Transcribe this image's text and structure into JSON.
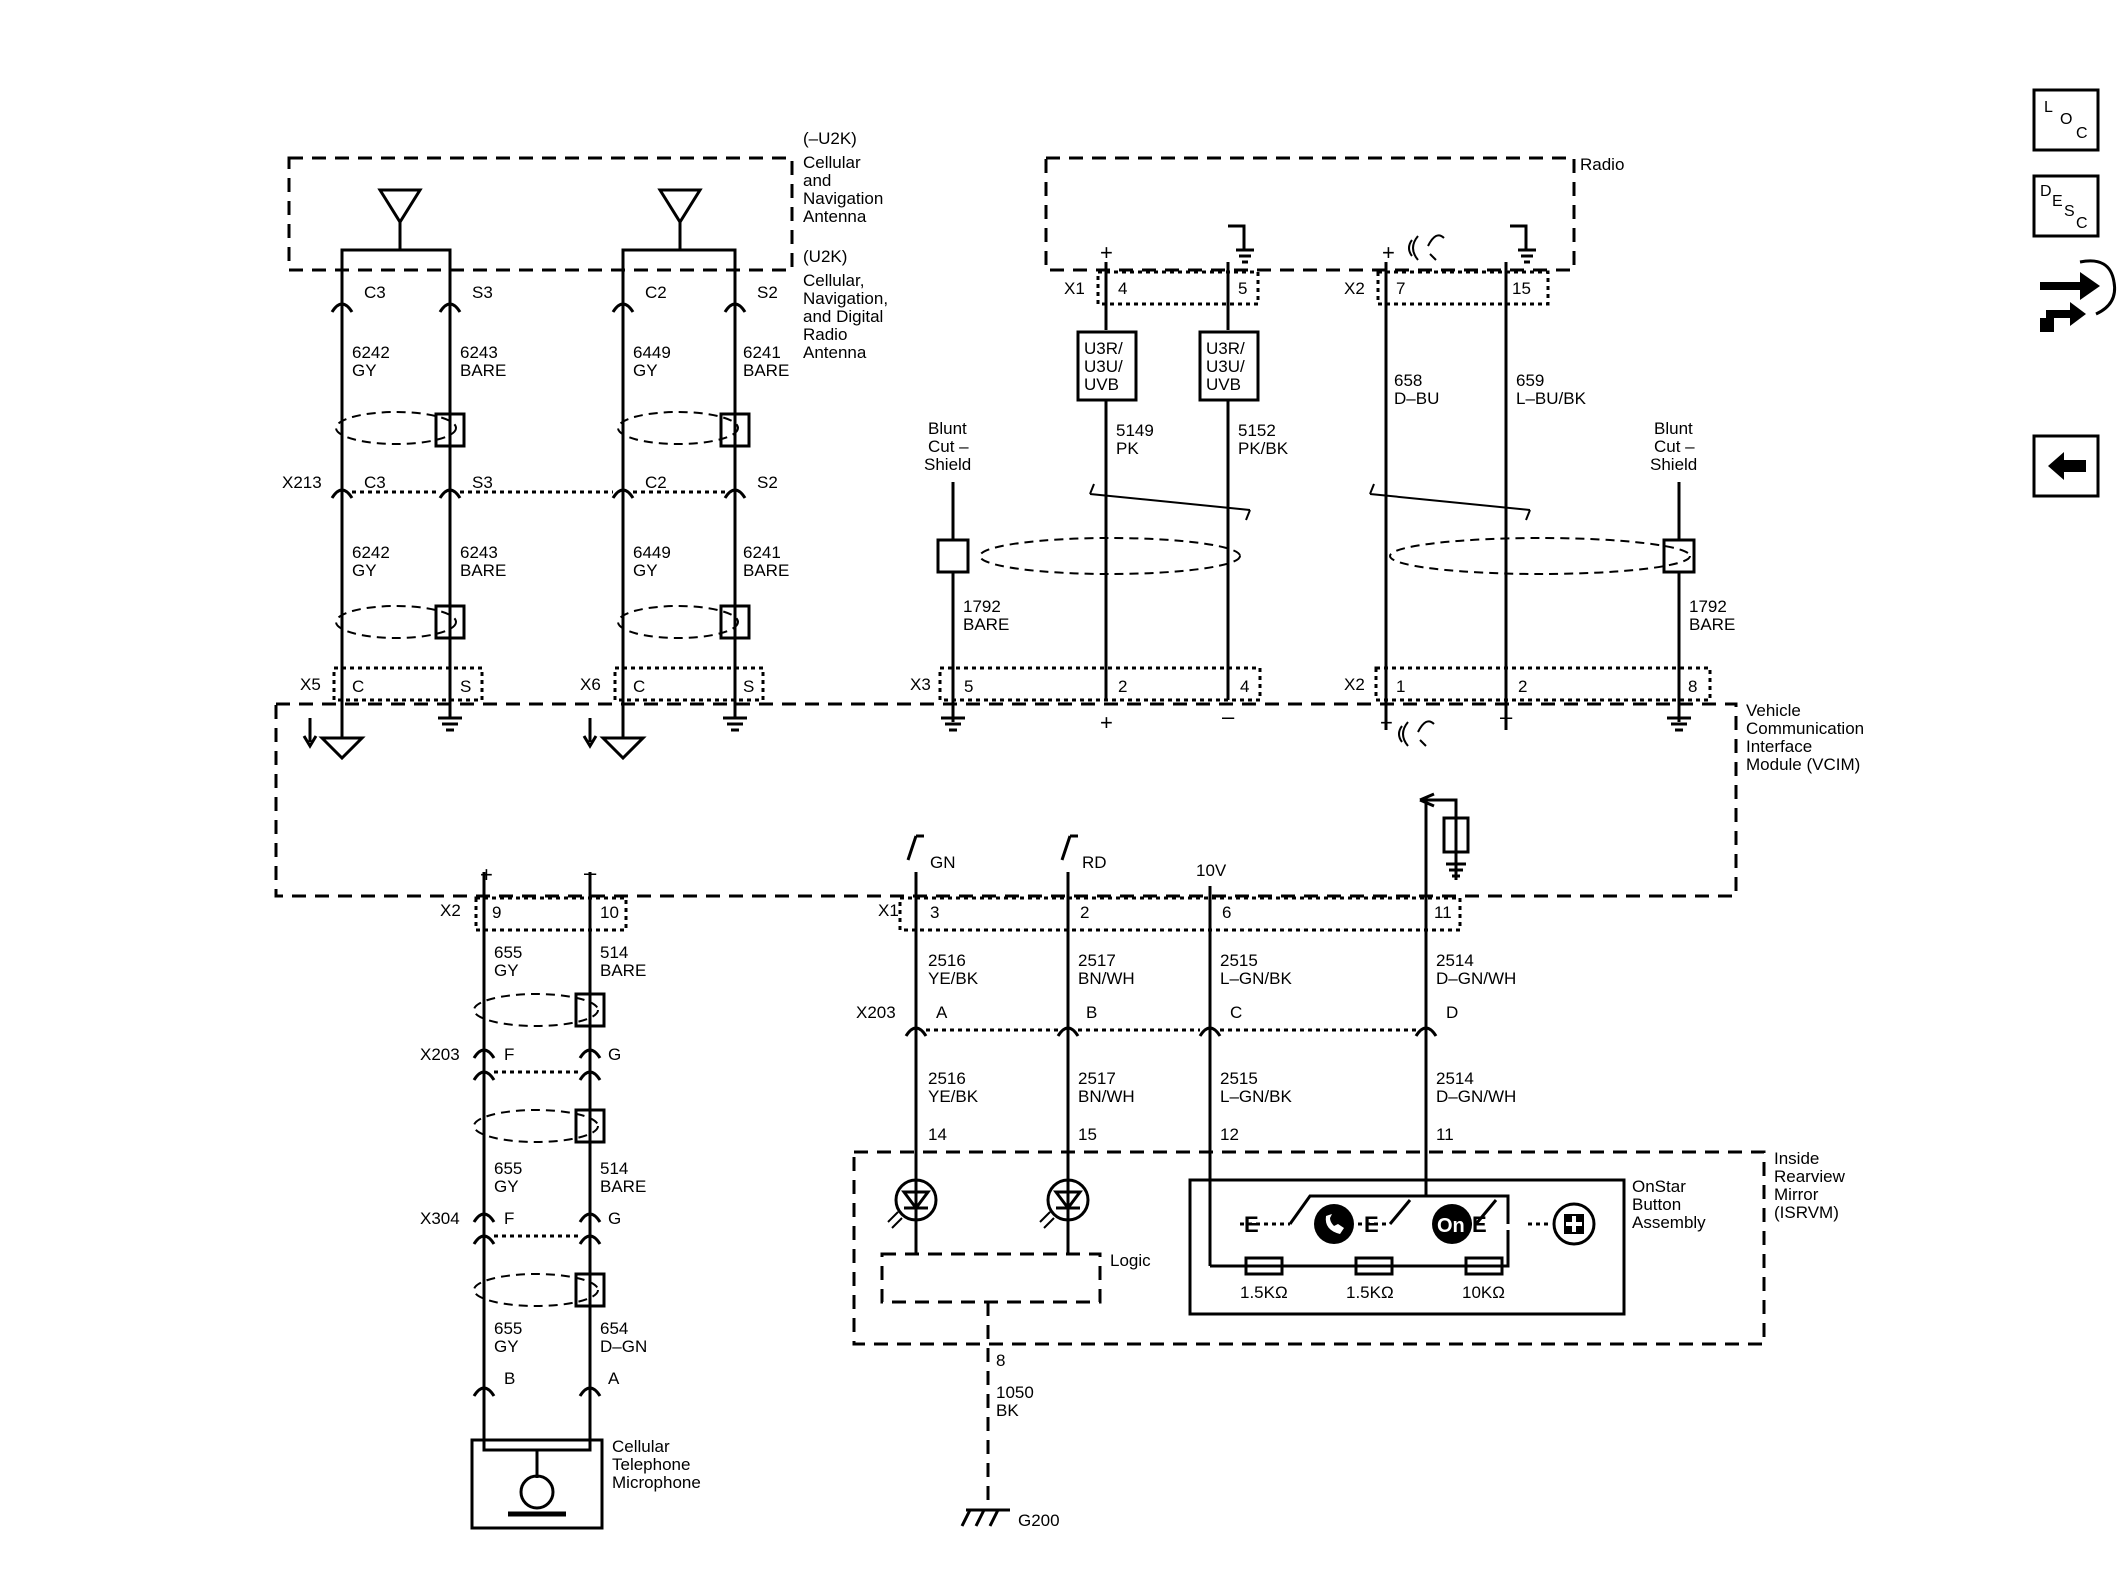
{
  "antenna_module": {
    "label_a": [
      "(–U2K)",
      "Cellular",
      "and",
      "Navigation",
      "Antenna"
    ],
    "label_b": [
      "(U2K)",
      "Cellular,",
      "Navigation,",
      "and Digital",
      "Radio",
      "Antenna"
    ],
    "pins_top": [
      "C3",
      "S3",
      "C2",
      "S2"
    ]
  },
  "x213": {
    "name": "X213",
    "pins": [
      "C3",
      "S3",
      "C2",
      "S2"
    ]
  },
  "antenna_wires": {
    "w1": [
      "6242",
      "GY"
    ],
    "w2": [
      "6243",
      "BARE"
    ],
    "w3": [
      "6449",
      "GY"
    ],
    "w4": [
      "6241",
      "BARE"
    ]
  },
  "x5": {
    "name": "X5",
    "pins": [
      "C",
      "S"
    ]
  },
  "x6": {
    "name": "X6",
    "pins": [
      "C",
      "S"
    ]
  },
  "radio": {
    "label": "Radio",
    "plus": "+",
    "x1": "X1",
    "x1_pins": [
      "4",
      "5"
    ],
    "x2": "X2",
    "x2_pins": [
      "7",
      "15"
    ],
    "fuse1": [
      "U3R/",
      "U3U/",
      "UVB"
    ],
    "fuse2": [
      "U3R/",
      "U3U/",
      "UVB"
    ],
    "wire_5149": [
      "5149",
      "PK"
    ],
    "wire_5152": [
      "5152",
      "PK/BK"
    ],
    "wire_658": [
      "658",
      "D–BU"
    ],
    "wire_659": [
      "659",
      "L–BU/BK"
    ]
  },
  "blunt_cut": {
    "left": [
      "Blunt",
      "Cut –",
      "Shield"
    ],
    "right": [
      "Blunt",
      "Cut –",
      "Shield"
    ],
    "wire_left": [
      "1792",
      "BARE"
    ],
    "wire_right": [
      "1792",
      "BARE"
    ]
  },
  "vcim": {
    "label": [
      "Vehicle",
      "Communication",
      "Interface",
      "Module (VCIM)"
    ],
    "x3": "X3",
    "x3_pins": [
      "5",
      "2",
      "4"
    ],
    "x2": "X2",
    "x2_pins": [
      "1",
      "2",
      "8"
    ],
    "plus": "+",
    "minus": "–",
    "lower_x2": "X2",
    "lower_x2_pins": [
      "9",
      "10"
    ],
    "lower_x1": "X1",
    "lower_x1_pins": [
      "3",
      "2",
      "6",
      "11"
    ],
    "gn": "GN",
    "rd": "RD",
    "v10": "10V"
  },
  "mic_wires": {
    "w655": [
      "655",
      "GY"
    ],
    "w514": [
      "514",
      "BARE"
    ],
    "w654": [
      "654",
      "D–GN"
    ],
    "x203": "X203",
    "x203_pins": [
      "F",
      "G"
    ],
    "x304": "X304",
    "x304_pins": [
      "F",
      "G"
    ],
    "mic_pins": [
      "B",
      "A"
    ]
  },
  "mic": {
    "label": [
      "Cellular",
      "Telephone",
      "Microphone"
    ]
  },
  "mirror_wires": {
    "w2516": [
      "2516",
      "YE/BK"
    ],
    "w2517": [
      "2517",
      "BN/WH"
    ],
    "w2515": [
      "2515",
      "L–GN/BK"
    ],
    "w2514": [
      "2514",
      "D–GN/WH"
    ],
    "x203": "X203",
    "x203_pins": [
      "A",
      "B",
      "C",
      "D"
    ],
    "mirror_pins": [
      "14",
      "15",
      "12",
      "11"
    ]
  },
  "mirror": {
    "label": [
      "Inside",
      "Rearview",
      "Mirror",
      "(ISRVM)"
    ],
    "logic": "Logic",
    "onstar_label": [
      "OnStar",
      "Button",
      "Assembly"
    ],
    "resistors": [
      "1.5KΩ",
      "1.5KΩ",
      "10KΩ"
    ],
    "on_button": "On"
  },
  "ground": {
    "pin": "8",
    "wire": [
      "1050",
      "BK"
    ],
    "name": "G200"
  },
  "nav": {
    "loc": [
      "L",
      "O",
      "C"
    ],
    "desc": [
      "D",
      "E",
      "S",
      "C"
    ]
  }
}
